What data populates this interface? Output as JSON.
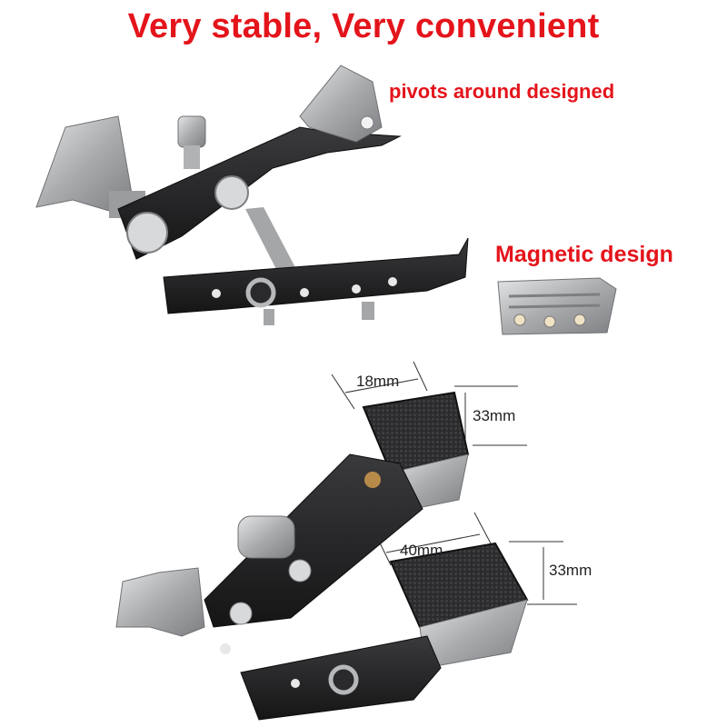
{
  "headline": "Very stable, Very convenient",
  "callouts": {
    "pivots": "pivots around designed",
    "magnetic": "Magnetic design"
  },
  "dimensions": {
    "top_pad_width": "18mm",
    "top_pad_height": "33mm",
    "bottom_pad_width": "40mm",
    "bottom_pad_height": "33mm"
  },
  "colors": {
    "headline": "#e4141b",
    "body_black": "#1f1f21",
    "metal_silver": "#a9abad",
    "rubber_pad": "#2b2b2d"
  }
}
